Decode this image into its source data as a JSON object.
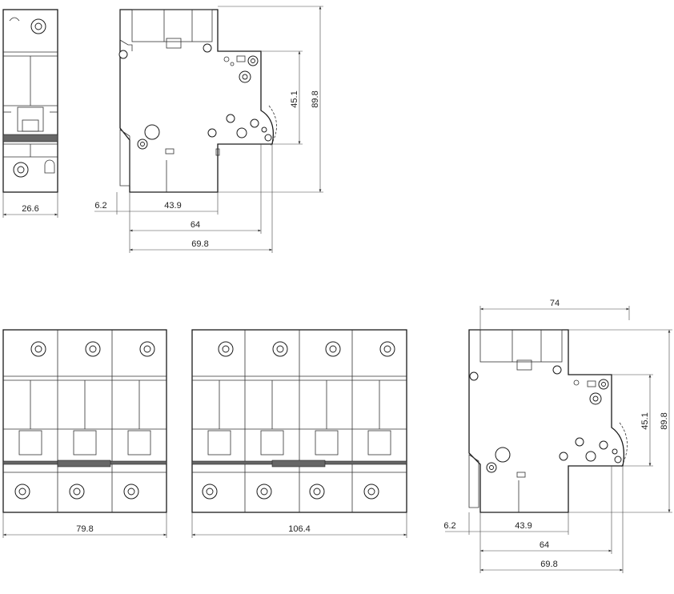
{
  "front_view_1p": {
    "width_label": "26.6"
  },
  "side_view_top": {
    "dims": {
      "rail_offset": "6.2",
      "depth_to_step": "43.9",
      "depth_front": "64",
      "depth_total": "69.8",
      "front_height": "45.1",
      "total_height": "89.8"
    }
  },
  "front_view_3p": {
    "width_label": "79.8"
  },
  "front_view_4p": {
    "width_label": "106.4"
  },
  "side_view_bottom": {
    "dims": {
      "top_width": "74",
      "rail_offset": "6.2",
      "depth_to_step": "43.9",
      "depth_front": "64",
      "depth_total": "69.8",
      "front_height": "45.1",
      "total_height": "89.8"
    }
  }
}
